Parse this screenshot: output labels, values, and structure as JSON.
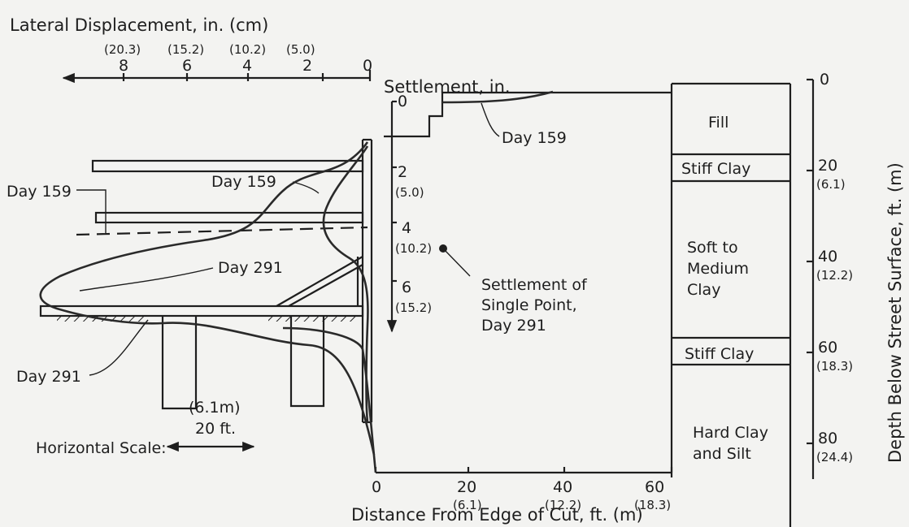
{
  "lateral": {
    "title": "Lateral Displacement, in. (cm)",
    "ticks_in": [
      "8",
      "6",
      "4",
      "2",
      "0"
    ],
    "ticks_cm": [
      "(20.3)",
      "(15.2)",
      "(10.2)",
      "(5.0)"
    ]
  },
  "settlement": {
    "title": "Settlement, in.",
    "ticks_in": [
      "0",
      "2",
      "4",
      "6"
    ],
    "ticks_cm": [
      "(5.0)",
      "(10.2)",
      "(15.2)"
    ]
  },
  "distance": {
    "title": "Distance From Edge of Cut, ft. (m)",
    "ticks_ft": [
      "0",
      "20",
      "40",
      "60"
    ],
    "ticks_m": [
      "(6.1)",
      "(12.2)",
      "(18.3)"
    ]
  },
  "depth": {
    "title": "Depth Below Street Surface, ft. (m)",
    "ticks_ft": [
      "0",
      "20",
      "40",
      "60",
      "80"
    ],
    "ticks_m": [
      "(6.1)",
      "(12.2)",
      "(18.3)",
      "(24.4)"
    ]
  },
  "soil_layers": [
    "Fill",
    "Stiff Clay",
    "Soft to",
    "Medium",
    "Clay",
    "Stiff Clay",
    "Hard Clay",
    "and Silt"
  ],
  "annotations": {
    "day159": "Day 159",
    "day291": "Day 291",
    "single_point": [
      "Settlement of",
      "Single Point,",
      "Day 291"
    ]
  },
  "scale": {
    "label": "Horizontal Scale:",
    "metric": "(6.1m)",
    "feet": "20 ft."
  }
}
